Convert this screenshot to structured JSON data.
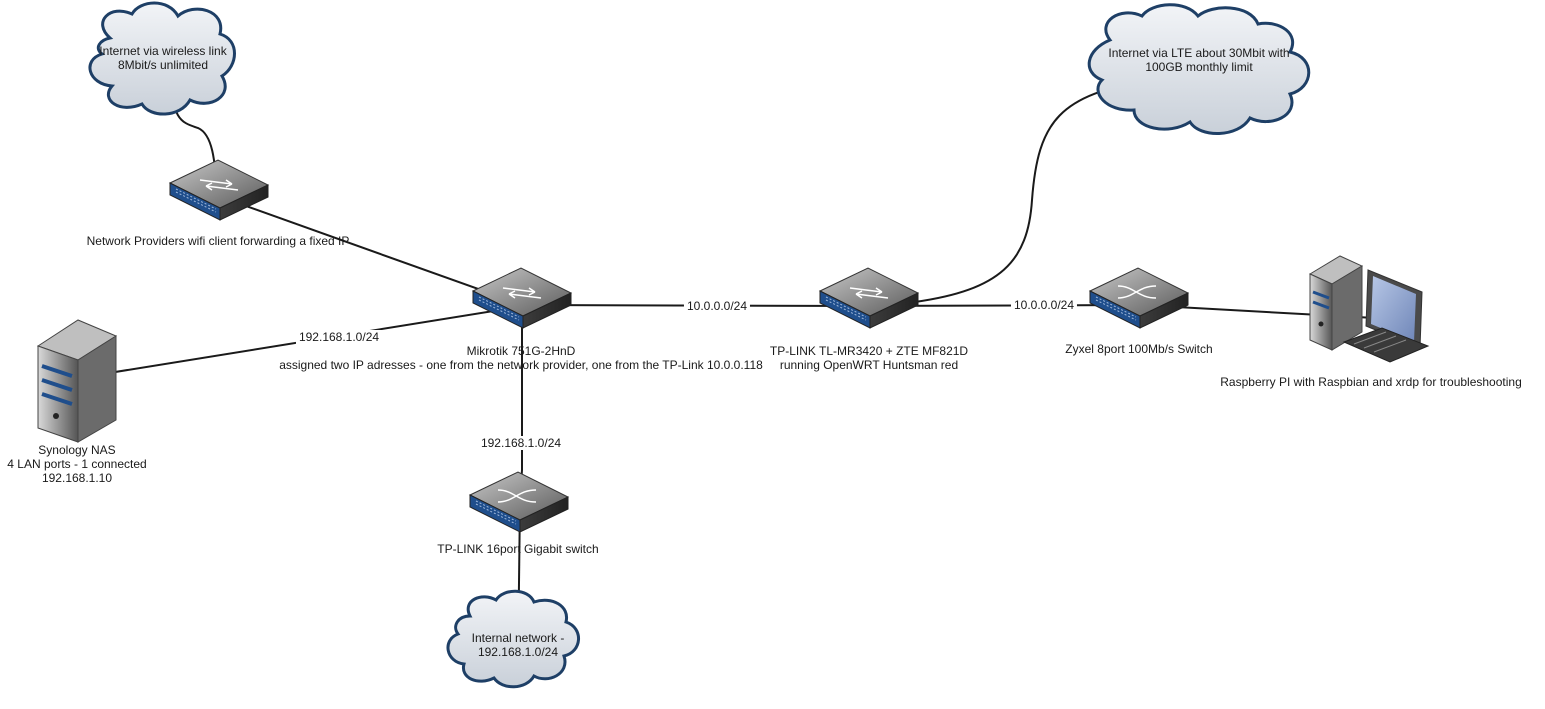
{
  "clouds": {
    "wireless": [
      "Internet via wireless link",
      "8Mbit/s unlimited"
    ],
    "lte": [
      "Internet via LTE about 30Mbit with",
      "100GB monthly limit"
    ],
    "internal": [
      "Internal network -",
      "192.168.1.0/24"
    ]
  },
  "devices": {
    "provider_client": "Network Providers wifi client forwarding a fixed IP",
    "mikrotik": [
      "Mikrotik 751G-2HnD",
      "assigned two IP adresses - one from the network provider, one from the TP-Link 10.0.0.118"
    ],
    "tplink_router": [
      "TP-LINK TL-MR3420 + ZTE MF821D",
      "running OpenWRT Huntsman red"
    ],
    "zyxel": "Zyxel 8port 100Mb/s Switch",
    "raspberry": "Raspberry PI with Raspbian and xrdp for troubleshooting",
    "nas": [
      "Synology NAS",
      "4 LAN ports - 1 connected",
      "192.168.1.10"
    ],
    "tplink_switch": "TP-LINK 16port Gigabit switch"
  },
  "links": {
    "nas_mikrotik": "192.168.1.0/24",
    "mikrotik_tplink": "10.0.0.0/24",
    "tplink_zyxel": "10.0.0.0/24",
    "mikrotik_switch": "192.168.1.0/24"
  },
  "colors": {
    "cloud_fill": "#dfe4ea",
    "cloud_stroke": "#1e3f66",
    "device_top": "#7f7f7f",
    "device_front": "#1f4e8c",
    "link": "#1a1a1a"
  },
  "icons": {
    "router": "router-icon",
    "switch": "switch-icon",
    "server": "server-icon",
    "computer": "computer-icon",
    "cloud": "cloud-icon"
  }
}
